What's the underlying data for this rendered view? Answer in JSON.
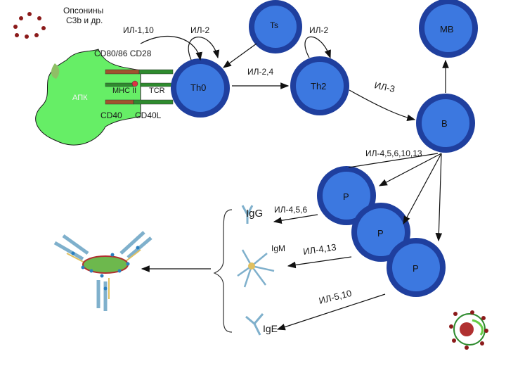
{
  "labels": {
    "opsonins_line1": "Опсонины",
    "opsonins_line2": "C3b и др.",
    "il1_10": "ИЛ-1,10",
    "il2_left": "ИЛ-2",
    "il2_right": "ИЛ-2",
    "cd80_cd28": "CD80/86  CD28",
    "il2_4": "ИЛ-2,4",
    "il3": "ИЛ-3",
    "apc": "АПК",
    "mhc": "MHC II",
    "tcr": "TCR",
    "cd40": "CD40",
    "cd40l": "CD40L",
    "il_b": "ИЛ-4,5,6,10,13",
    "il_456": "ИЛ-4,5,6",
    "il_413": "ИЛ-4,13",
    "il_510": "ИЛ-5,10",
    "igg": "IgG",
    "igm": "IgM",
    "ige": "IgE"
  },
  "cells": {
    "ts": "Ts",
    "mb": "MB",
    "th0": "Th0",
    "th2": "Th2",
    "b": "B",
    "p1": "P",
    "p2": "P",
    "p3": "P"
  },
  "colors": {
    "cell_outer": "#1f3f9e",
    "cell_inner": "#3c78e0",
    "apc_green": "#66ee66",
    "dot_red": "#8b1a1a",
    "receptor_green": "#2e8b2e",
    "receptor_brown": "#a0522d"
  }
}
